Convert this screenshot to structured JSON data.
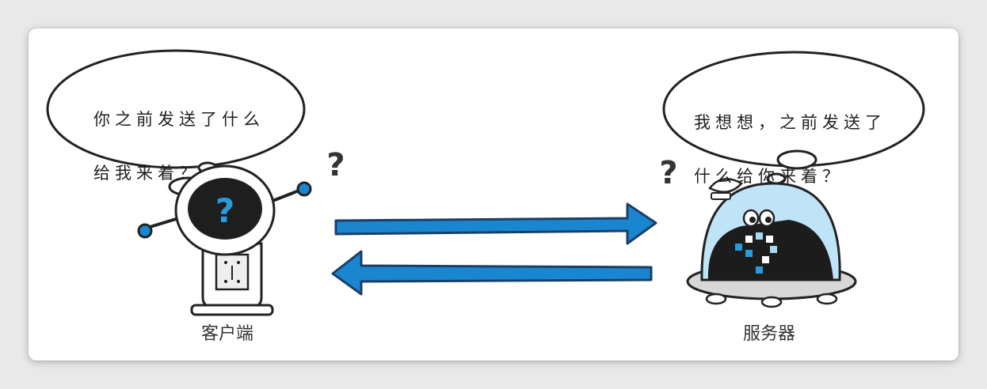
{
  "client": {
    "label": "客户端",
    "bubble_lines": [
      "你之前发送了什么",
      "给我来着？"
    ]
  },
  "server": {
    "label": "服务器",
    "bubble_lines": [
      "我想想，之前发送了",
      "什么给你来着？"
    ]
  },
  "colors": {
    "arrow": "#1a86d0",
    "outline": "#222222",
    "question": "#2a9ad8",
    "dome": "#bfe4f7"
  },
  "icons": [
    "question-mark-icon",
    "arrow-right-icon",
    "arrow-left-icon"
  ]
}
